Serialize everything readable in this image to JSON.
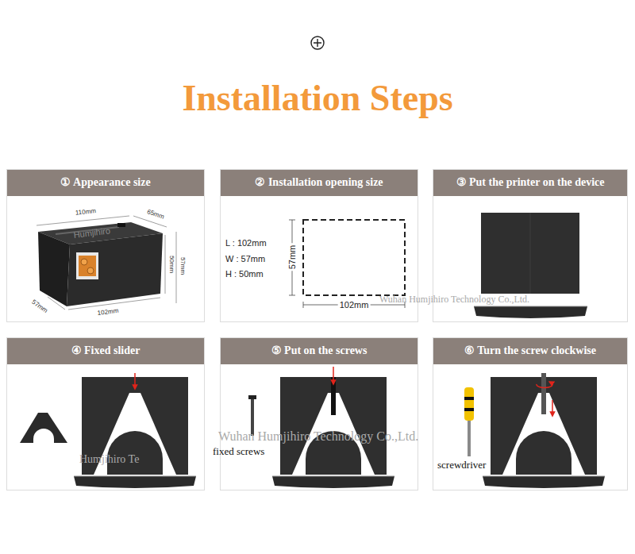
{
  "diagram": {
    "title": "Installation Steps",
    "nodes": [
      {
        "text": [
          "① Appearance size"
        ]
      },
      {
        "text": [
          "② Installation opening size"
        ]
      },
      {
        "text": [
          "③ Put the printer on the device"
        ]
      },
      {
        "text": [
          "④ Fixed slider"
        ]
      },
      {
        "text": [
          "⑤ Put on the screws"
        ]
      },
      {
        "text": [
          "⑥ Turn the screw clockwise"
        ]
      }
    ],
    "labels": [
      "Humjihiro",
      "110mm",
      "65mm",
      "50mm",
      "57mm",
      "57mm",
      "102mm",
      "L : 102mm",
      "W : 57mm",
      "H : 50mm",
      "57mm",
      "102mm",
      "Wuhan Humjihiro Technology Co.,Ltd.",
      "Wuhan Humjihiro Technology Co.,Ltd.",
      "Humjihiro Te",
      "fixed screws",
      "screwdriver"
    ]
  }
}
